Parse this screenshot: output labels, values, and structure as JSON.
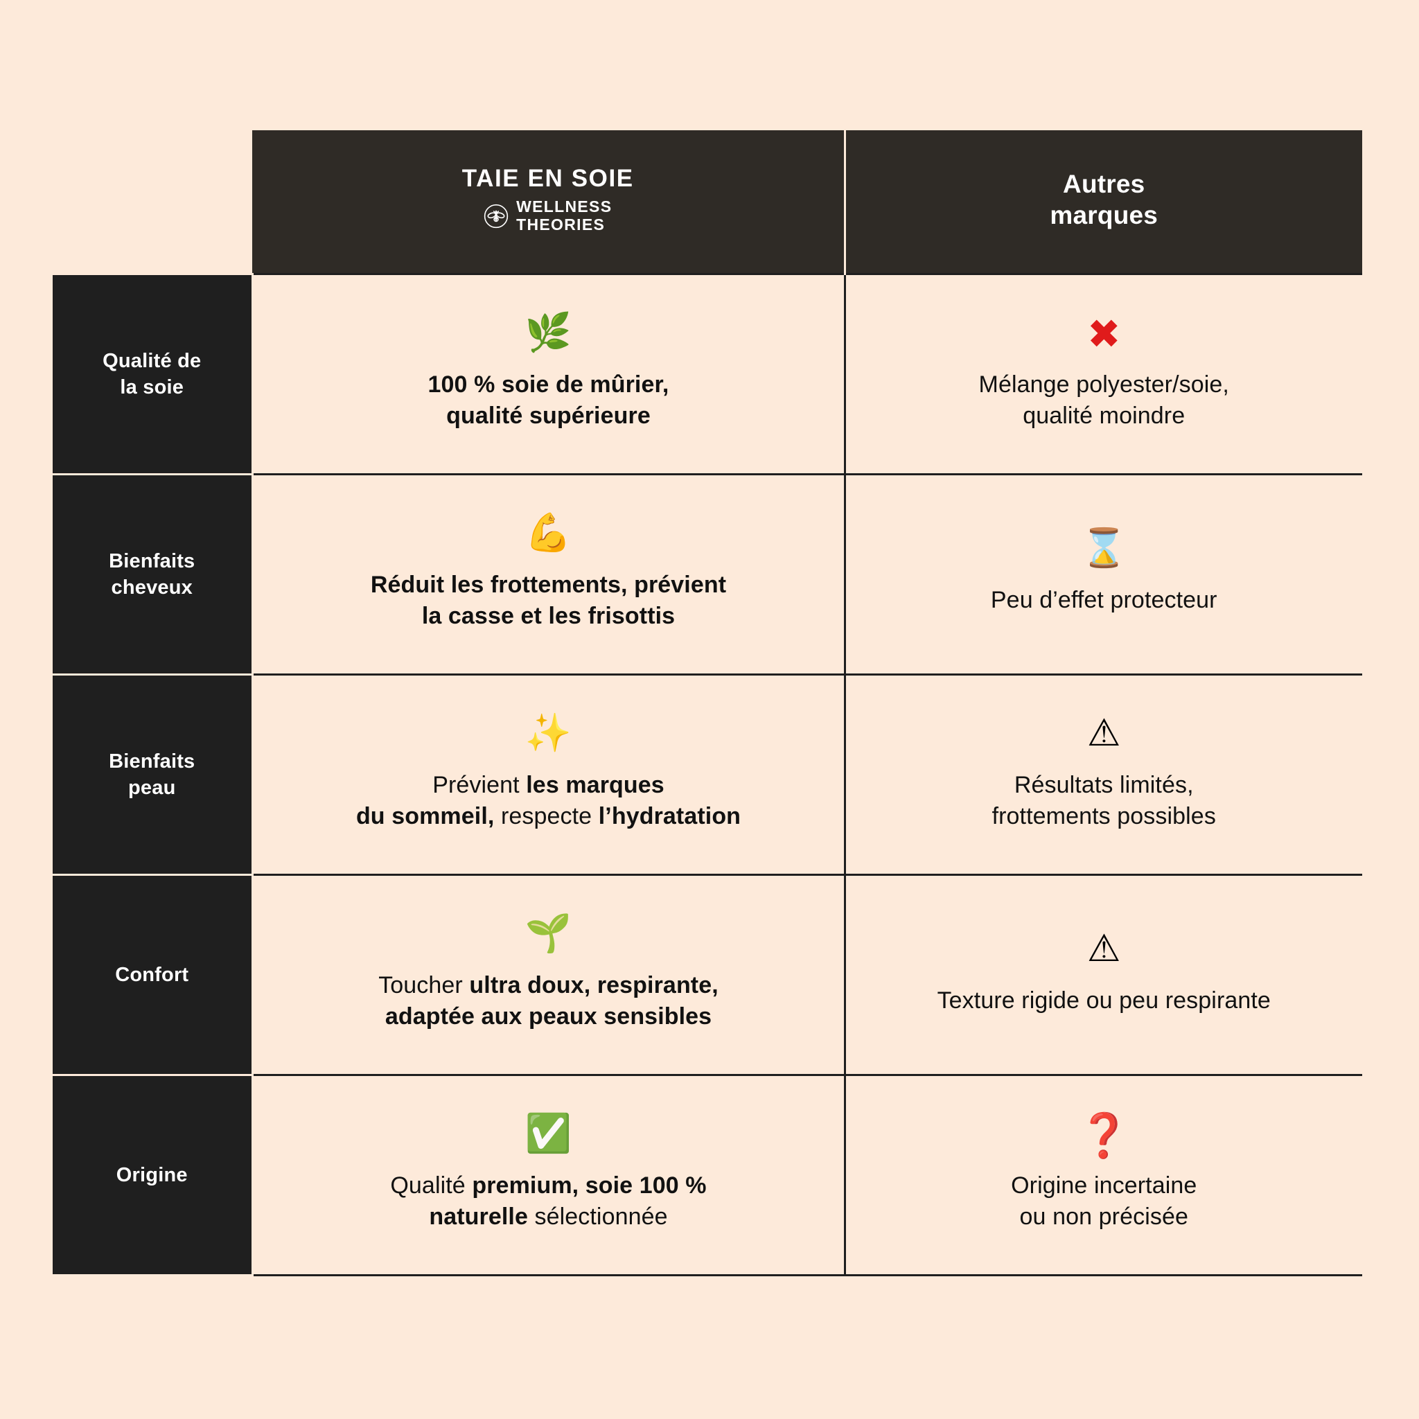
{
  "background_color": "#FDEADA",
  "dark_cell_color": "#1F1F1F",
  "header_color": "#2F2B26",
  "accent_red": "#E01B1B",
  "header": {
    "brand_title": "TAIE EN SOIE",
    "brand_sub_line1": "WELLNESS",
    "brand_sub_line2": "THEORIES",
    "brand_logo_icon": "bee-in-circle-icon",
    "rival_line1": "Autres",
    "rival_line2": "marques"
  },
  "rows": [
    {
      "label_line1": "Qualité de",
      "label_line2": "la soie",
      "ours": {
        "icon": "herb-leaf-emoji",
        "icon_glyph": "🌿",
        "text_line1": "100 % soie de mûrier,",
        "text_line2": "qualité supérieure",
        "weight": "bold"
      },
      "theirs": {
        "icon": "cross-mark-emoji",
        "icon_glyph": "✖",
        "text_line1": "Mélange polyester/soie,",
        "text_line2": "qualité moindre"
      }
    },
    {
      "label_line1": "Bienfaits",
      "label_line2": "cheveux",
      "ours": {
        "icon": "flexed-biceps-emoji",
        "icon_glyph": "💪",
        "text_line1": "Réduit les frottements, prévient",
        "text_line2": "la casse et les frisottis",
        "weight": "bold"
      },
      "theirs": {
        "icon": "hourglass-emoji",
        "icon_glyph": "⌛",
        "text_line1": "Peu d’effet protecteur",
        "text_line2": ""
      }
    },
    {
      "label_line1": "Bienfaits",
      "label_line2": "peau",
      "ours": {
        "icon": "sparkles-emoji",
        "icon_glyph": "✨",
        "segments_line1": [
          {
            "t": "Prévient ",
            "b": false
          },
          {
            "t": "les marques",
            "b": true
          }
        ],
        "segments_line2": [
          {
            "t": "du sommeil,",
            "b": true
          },
          {
            "t": " respecte ",
            "b": false
          },
          {
            "t": "l’hydratation",
            "b": true
          }
        ]
      },
      "theirs": {
        "icon": "warning-triangle-emoji",
        "icon_glyph": "⚠",
        "text_line1": "Résultats limités,",
        "text_line2": "frottements possibles"
      }
    },
    {
      "label_line1": "Confort",
      "label_line2": "",
      "ours": {
        "icon": "seedling-emoji",
        "icon_glyph": "🌱",
        "segments_line1": [
          {
            "t": "Toucher ",
            "b": false
          },
          {
            "t": "ultra doux, respirante,",
            "b": true
          }
        ],
        "segments_line2": [
          {
            "t": "adaptée aux peaux sensibles",
            "b": true
          }
        ]
      },
      "theirs": {
        "icon": "warning-triangle-emoji",
        "icon_glyph": "⚠",
        "text_line1": "Texture rigide ou peu respirante",
        "text_line2": ""
      }
    },
    {
      "label_line1": "Origine",
      "label_line2": "",
      "ours": {
        "icon": "white-check-mark-emoji",
        "icon_glyph": "✅",
        "segments_line1": [
          {
            "t": "Qualité ",
            "b": false
          },
          {
            "t": "premium, soie 100 %",
            "b": true
          }
        ],
        "segments_line2": [
          {
            "t": "naturelle",
            "b": true
          },
          {
            "t": " sélectionnée",
            "b": false
          }
        ]
      },
      "theirs": {
        "icon": "red-question-mark-emoji",
        "icon_glyph": "❓",
        "text_line1": "Origine incertaine",
        "text_line2": "ou non précisée"
      }
    }
  ]
}
